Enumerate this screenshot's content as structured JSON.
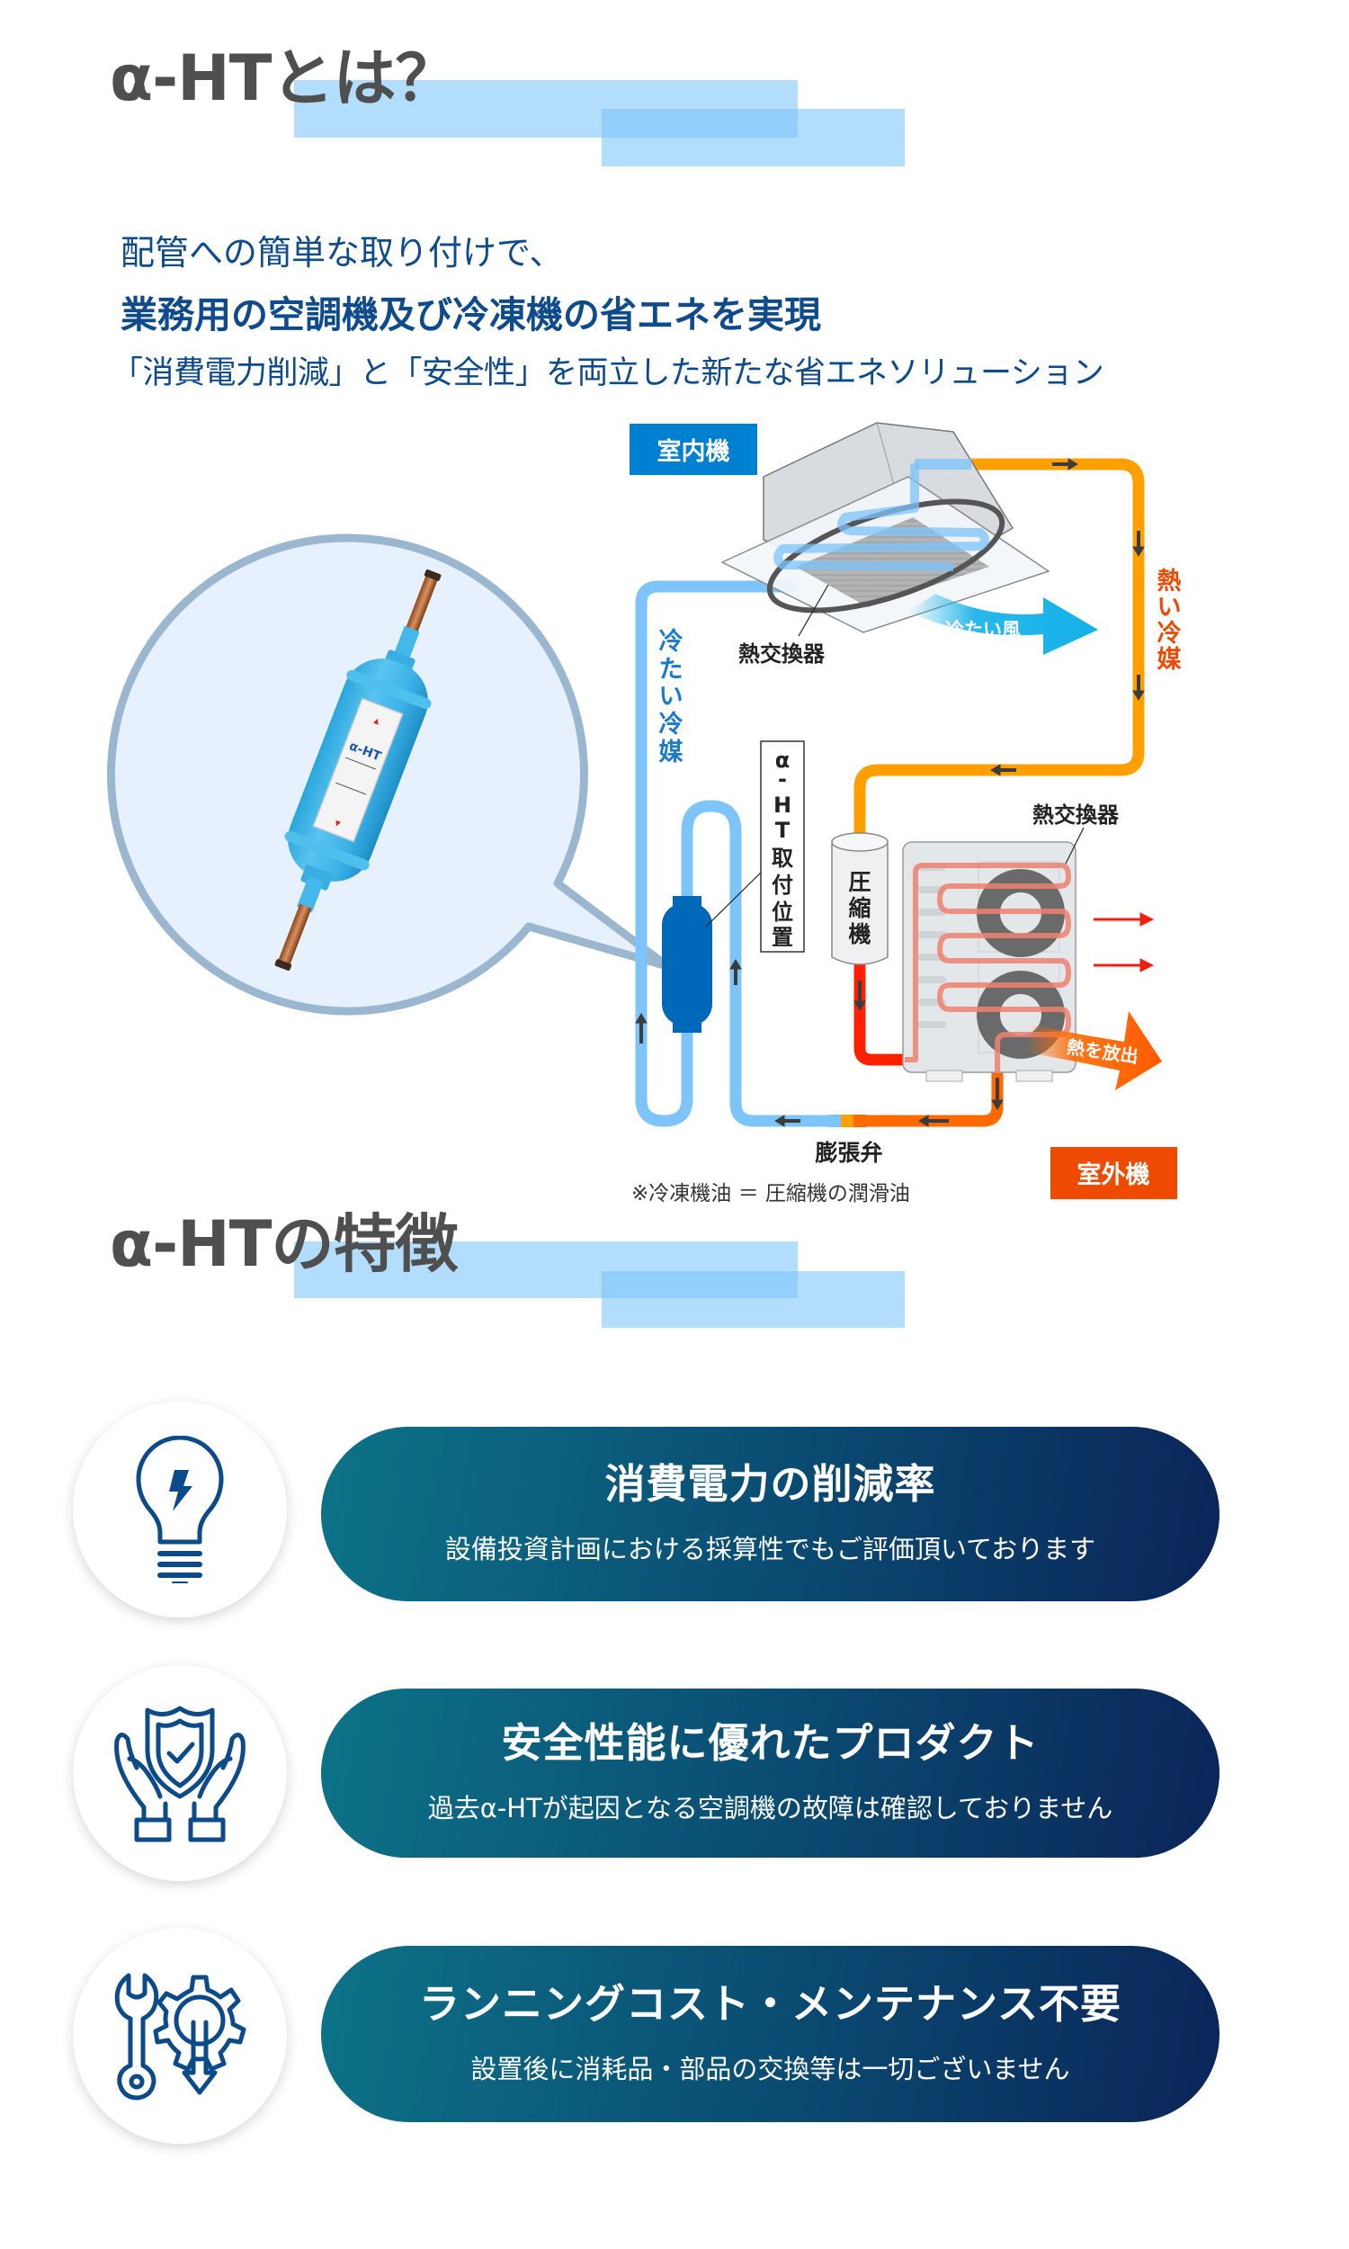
{
  "section1": {
    "title": "α-HTとは？",
    "lead_line1": "配管への簡単な取り付けで、",
    "lead_line2": "業務用の空調機及び冷凍機の省エネを実現",
    "lead_line3": "「消費電力削減」と「安全性」を両立した新たな省エネソリューション"
  },
  "diagram": {
    "indoor_unit_label": "室内機",
    "outdoor_unit_label": "室外機",
    "indoor_heat_exchanger": "熱交換器",
    "outdoor_heat_exchanger": "熱交換器",
    "cold_air": "冷たい風",
    "hot_refrigerant": "熱い冷媒",
    "cold_refrigerant": "冷たい冷媒",
    "install_position": "α-HT取付位置",
    "compressor": "圧縮機",
    "release_heat": "熱を放出",
    "expansion_valve": "膨張弁",
    "footnote": "※冷凍機油 ＝ 圧縮機の潤滑油",
    "colors": {
      "indoor_label_bg": "#0080d0",
      "outdoor_label_bg": "#ee4a02",
      "cold_pipe": "#7cc4fa",
      "hot_pipe": "#ffa000",
      "hot_pipe_red": "#ff2000",
      "hot_pipe_orange": "#ff6a00",
      "filter": "#0068b8",
      "hot_text": "#ee4a02",
      "cold_text": "#1a7acc"
    },
    "product_label": "α-HT"
  },
  "section2": {
    "title": "α-HTの特徴",
    "features": [
      {
        "icon": "lightbulb-bolt-icon",
        "title": "消費電力の削減率",
        "subtitle": "設備投資計画における採算性でもご評価頂いております"
      },
      {
        "icon": "shield-hands-icon",
        "title": "安全性能に優れたプロダクト",
        "subtitle": "過去α-HTが起因となる空調機の故障は確認しておりません"
      },
      {
        "icon": "wrench-gear-icon",
        "title": "ランニングコスト・メンテナンス不要",
        "subtitle": "設置後に消耗品・部品の交換等は一切ございません"
      }
    ]
  },
  "theme": {
    "title_color": "#4f4f4f",
    "lead_color": "#0e4b8d",
    "highlight_color": "#7cc4fa",
    "pill_gradient_start": "#0d7388",
    "pill_gradient_end": "#0b2458",
    "icon_color": "#0d4a8a"
  }
}
